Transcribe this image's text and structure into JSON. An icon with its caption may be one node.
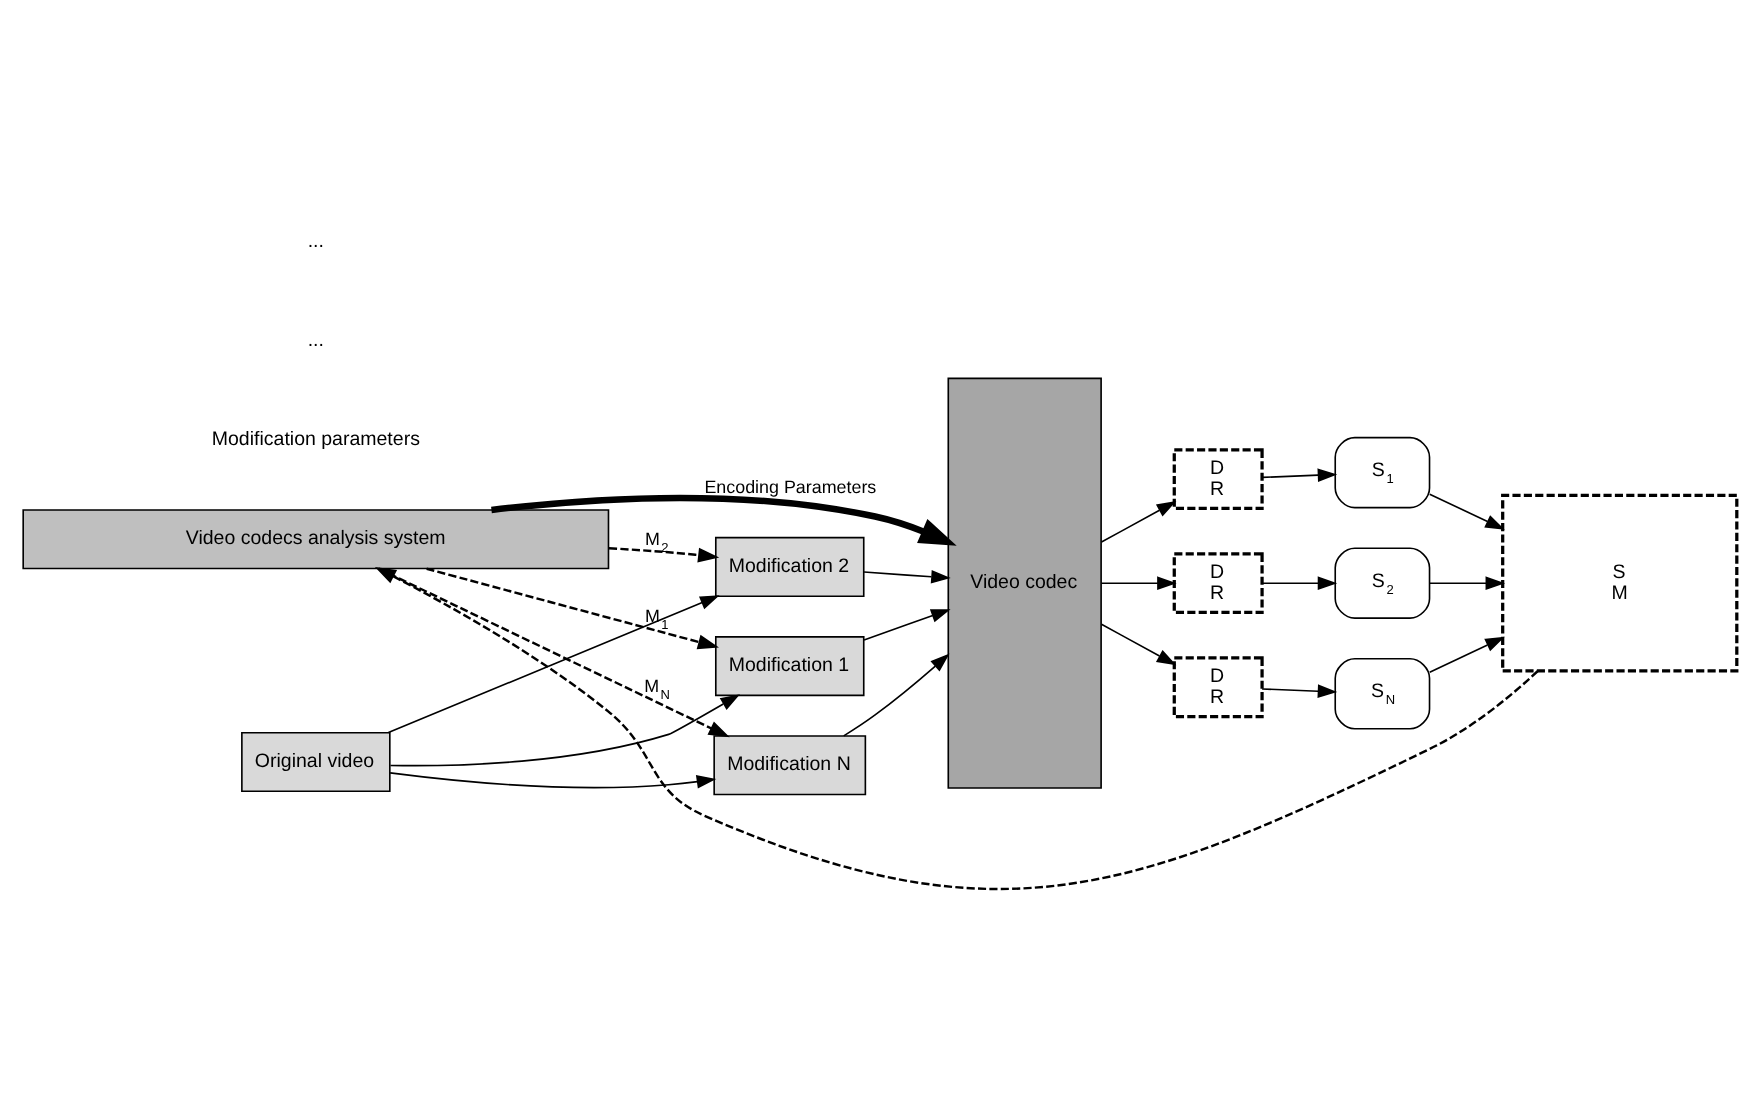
{
  "diagram": {
    "nodes": [
      {
        "text": [
          "Video codecs analysis system"
        ]
      },
      {
        "text": [
          "Original video"
        ]
      },
      {
        "text": [
          "Modification 1"
        ]
      },
      {
        "text": [
          "Modification 2"
        ]
      },
      {
        "text": [
          "Modification N"
        ]
      },
      {
        "text": [
          "Video codec"
        ]
      },
      {
        "text": [
          "D",
          "R"
        ]
      },
      {
        "text": [
          "D",
          "R"
        ]
      },
      {
        "text": [
          "D",
          "R"
        ]
      },
      {
        "text": [
          "S$_{1}$"
        ]
      },
      {
        "text": [
          "S$_{2}$"
        ]
      },
      {
        "text": [
          "S$_{N}$"
        ]
      },
      {
        "text": [
          "S",
          "M"
        ]
      }
    ],
    "edges": [
      {
        "from": 0,
        "to": 2,
        "arrow": "to",
        "style": "dashed",
        "label": "M$_{1}$"
      },
      {
        "from": 0,
        "to": 3,
        "arrow": "to",
        "style": "dashed",
        "label": "M$_{2}$"
      },
      {
        "from": 0,
        "to": 4,
        "arrow": "to",
        "style": "dashed",
        "label": "M$_{N}$"
      },
      {
        "from": 1,
        "to": 2,
        "arrow": "to"
      },
      {
        "from": 1,
        "to": 3,
        "arrow": "to"
      },
      {
        "from": 1,
        "to": 4,
        "arrow": "to"
      },
      {
        "from": 0,
        "to": 5,
        "arrow": "to",
        "style": "thick",
        "label": "Encoding Parameters"
      },
      {
        "from": 2,
        "to": 5,
        "arrow": "to"
      },
      {
        "from": 3,
        "to": 5,
        "arrow": "to"
      },
      {
        "from": 4,
        "to": 5,
        "arrow": "to"
      },
      {
        "from": 5,
        "to": 6,
        "arrow": "to"
      },
      {
        "from": 5,
        "to": 7,
        "arrow": "to"
      },
      {
        "from": 5,
        "to": 8,
        "arrow": "to"
      },
      {
        "from": 6,
        "to": 9,
        "arrow": "to"
      },
      {
        "from": 7,
        "to": 10,
        "arrow": "to"
      },
      {
        "from": 8,
        "to": 11,
        "arrow": "to"
      },
      {
        "from": 9,
        "to": 12,
        "arrow": "to"
      },
      {
        "from": 10,
        "to": 12,
        "arrow": "to"
      },
      {
        "from": 11,
        "to": 12,
        "arrow": "to"
      },
      {
        "from": 12,
        "to": 0,
        "arrow": "to",
        "style": "dashed"
      }
    ],
    "labels": [
      "Modification parameters",
      "...",
      "..."
    ]
  }
}
